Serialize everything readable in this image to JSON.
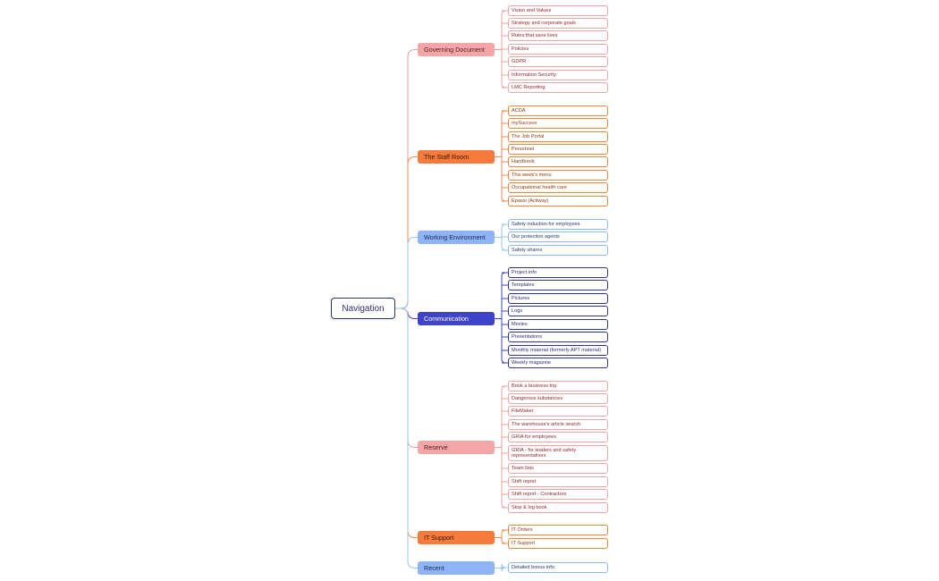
{
  "root": {
    "label": "Navigation"
  },
  "branches": [
    {
      "label": "Governing Document",
      "fill": "#f4a6a6",
      "text": "#5a2020",
      "edge": "#e8a0a0",
      "leaf_border": "#f0a5a5",
      "leaf_text": "#8a2a2a",
      "items": [
        "Vision and Values",
        "Strategy and corporate goals",
        "Rules that save lives",
        "Policies",
        "GDPR",
        "Information Security",
        "LMC Reporting"
      ]
    },
    {
      "label": "The Staff Room",
      "fill": "#f57a3c",
      "text": "#3a1808",
      "edge": "#f08a50",
      "leaf_border": "#f0843a",
      "leaf_text": "#8a3a10",
      "items": [
        "ACDA",
        "mySuccess",
        "The Job Portal",
        "Personnel",
        "Handbook",
        "This week's menu",
        "Occupational health care",
        "Epassi (Actiway)"
      ]
    },
    {
      "label": "Working Environment",
      "fill": "#8fb4f5",
      "text": "#1a2a50",
      "edge": "#9cc0f2",
      "leaf_border": "#8fb8f0",
      "leaf_text": "#1f3a6a",
      "items": [
        "Safety induction for employees",
        "Our protection agents",
        "Safety shares"
      ]
    },
    {
      "label": "Communication",
      "fill": "#3d44c9",
      "text": "#ffffff",
      "edge": "#3d44c9",
      "leaf_border": "#2f3690",
      "leaf_text": "#2b2f6e",
      "items": [
        "Project info",
        "Templates",
        "Pictures",
        "Logs",
        "Movies",
        "Presentations",
        "Monthly material (formerly APT material)",
        "Weekly magazine"
      ]
    },
    {
      "label": "Reserve",
      "fill": "#f4a6a6",
      "text": "#5a2020",
      "edge": "#e8a0a0",
      "leaf_border": "#f0a5a5",
      "leaf_text": "#8a2a2a",
      "items": [
        "Book a business trip",
        "Dangerous substances",
        "FileMaker",
        "The warehouse's article search",
        "GRIA for employees",
        "GRIA - for leaders and safety representatives",
        "Team lists",
        "Shift report",
        "Shift report - Contractors",
        "Stop & log book"
      ]
    },
    {
      "label": "IT Support",
      "fill": "#f57a3c",
      "text": "#3a1808",
      "edge": "#f08a50",
      "leaf_border": "#f0843a",
      "leaf_text": "#8a3a10",
      "items": [
        "IT Orders",
        "IT Support"
      ]
    },
    {
      "label": "Recent",
      "fill": "#8fb4f5",
      "text": "#1a2a50",
      "edge": "#9cc0f2",
      "leaf_border": "#8fb8f0",
      "leaf_text": "#1f3a6a",
      "items": [
        "Detailed bonus info"
      ]
    }
  ]
}
